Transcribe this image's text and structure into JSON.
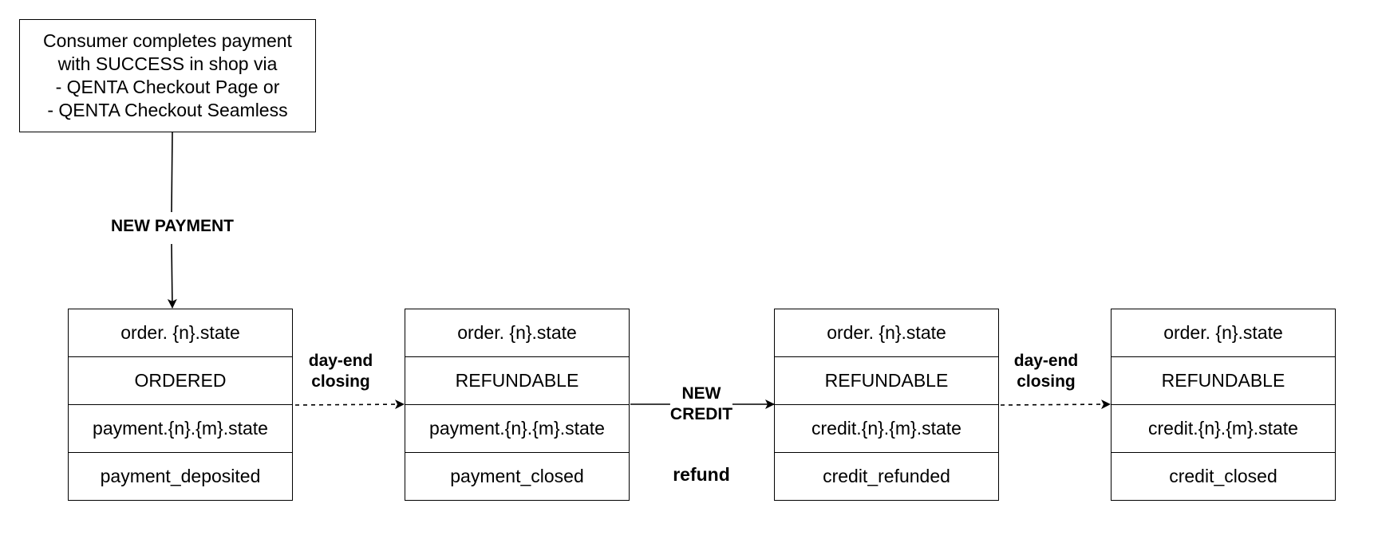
{
  "start": {
    "text": "Consumer completes payment\nwith SUCCESS in shop via\n- QENTA Checkout Page or\n- QENTA Checkout Seamless"
  },
  "states": [
    {
      "rows": [
        "order. {n}.state",
        "ORDERED",
        "payment.{n}.{m}.state",
        "payment_deposited"
      ]
    },
    {
      "rows": [
        "order. {n}.state",
        "REFUNDABLE",
        "payment.{n}.{m}.state",
        "payment_closed"
      ]
    },
    {
      "rows": [
        "order. {n}.state",
        "REFUNDABLE",
        "credit.{n}.{m}.state",
        "credit_refunded"
      ]
    },
    {
      "rows": [
        "order. {n}.state",
        "REFUNDABLE",
        "credit.{n}.{m}.state",
        "credit_closed"
      ]
    }
  ],
  "edges": {
    "new_payment": "NEW PAYMENT",
    "day_end_1": "day-end\nclosing",
    "new_credit": "NEW\nCREDIT",
    "day_end_2": "day-end\nclosing"
  },
  "refund_label": "refund"
}
